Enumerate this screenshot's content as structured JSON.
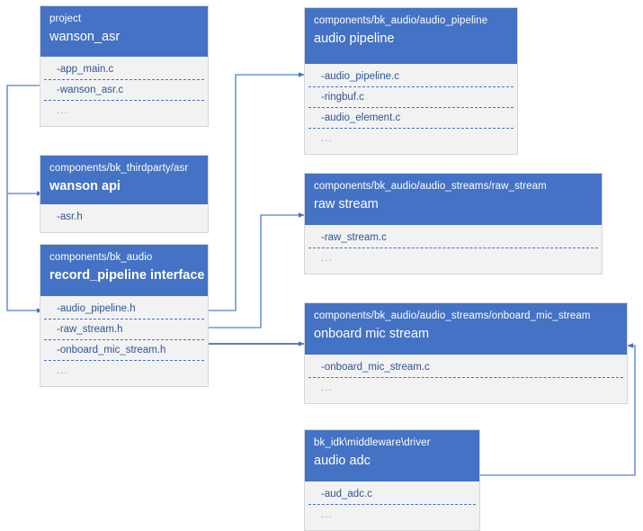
{
  "diagram": {
    "title": "wanson_asr audio module dependency diagram",
    "accent_color": "#4472C4",
    "body_color": "#f2f2f2",
    "item_text_color": "#2F5597",
    "nodes": [
      {
        "id": "project",
        "path": "project",
        "title": "wanson_asr",
        "bold": false,
        "items": [
          "-app_main.c",
          "-wanson_asr.c",
          "..."
        ]
      },
      {
        "id": "audio_pipeline",
        "path": "components/bk_audio/audio_pipeline",
        "title": "audio pipeline",
        "bold": false,
        "items": [
          "-audio_pipeline.c",
          "-ringbuf.c",
          "-audio_element.c",
          "..."
        ]
      },
      {
        "id": "wanson_api",
        "path": "components/bk_thirdparty/asr",
        "title": "wanson api",
        "bold": true,
        "items": [
          "-asr.h"
        ]
      },
      {
        "id": "raw_stream",
        "path": "components/bk_audio/audio_streams/raw_stream",
        "title": "raw stream",
        "bold": false,
        "items": [
          "-raw_stream.c",
          "..."
        ]
      },
      {
        "id": "record_pipeline",
        "path": "components/bk_audio",
        "title": "record_pipeline interface",
        "bold": true,
        "items": [
          "-audio_pipeline.h",
          "-raw_stream.h",
          "-onboard_mic_stream.h",
          "..."
        ]
      },
      {
        "id": "onboard_mic_stream",
        "path": "components/bk_audio/audio_streams/onboard_mic_stream",
        "title": "onboard mic stream",
        "bold": false,
        "items": [
          "-onboard_mic_stream.c",
          "..."
        ]
      },
      {
        "id": "audio_adc",
        "path": "bk_idk\\middleware\\driver",
        "title": "audio adc",
        "bold": false,
        "items": [
          "-aud_adc.c",
          "..."
        ]
      }
    ],
    "connectors": [
      {
        "name": "wanson-asr-c-to-wanson-api",
        "from": "project/-wanson_asr.c",
        "to": "wanson_api"
      },
      {
        "name": "wanson-asr-c-to-record-pipeline",
        "from": "project/-wanson_asr.c",
        "to": "record_pipeline/-audio_pipeline.h"
      },
      {
        "name": "audio-pipeline-h-to-audio-pipeline",
        "from": "record_pipeline/-audio_pipeline.h",
        "to": "audio_pipeline/-audio_pipeline.c"
      },
      {
        "name": "raw-stream-h-to-raw-stream",
        "from": "record_pipeline/-raw_stream.h",
        "to": "raw_stream"
      },
      {
        "name": "onboard-mic-stream-h-to-onboard-mic-stream",
        "from": "record_pipeline/-onboard_mic_stream.h",
        "to": "onboard_mic_stream"
      },
      {
        "name": "audio-adc-to-onboard-mic-stream",
        "from": "audio_adc",
        "to": "onboard_mic_stream"
      }
    ]
  }
}
